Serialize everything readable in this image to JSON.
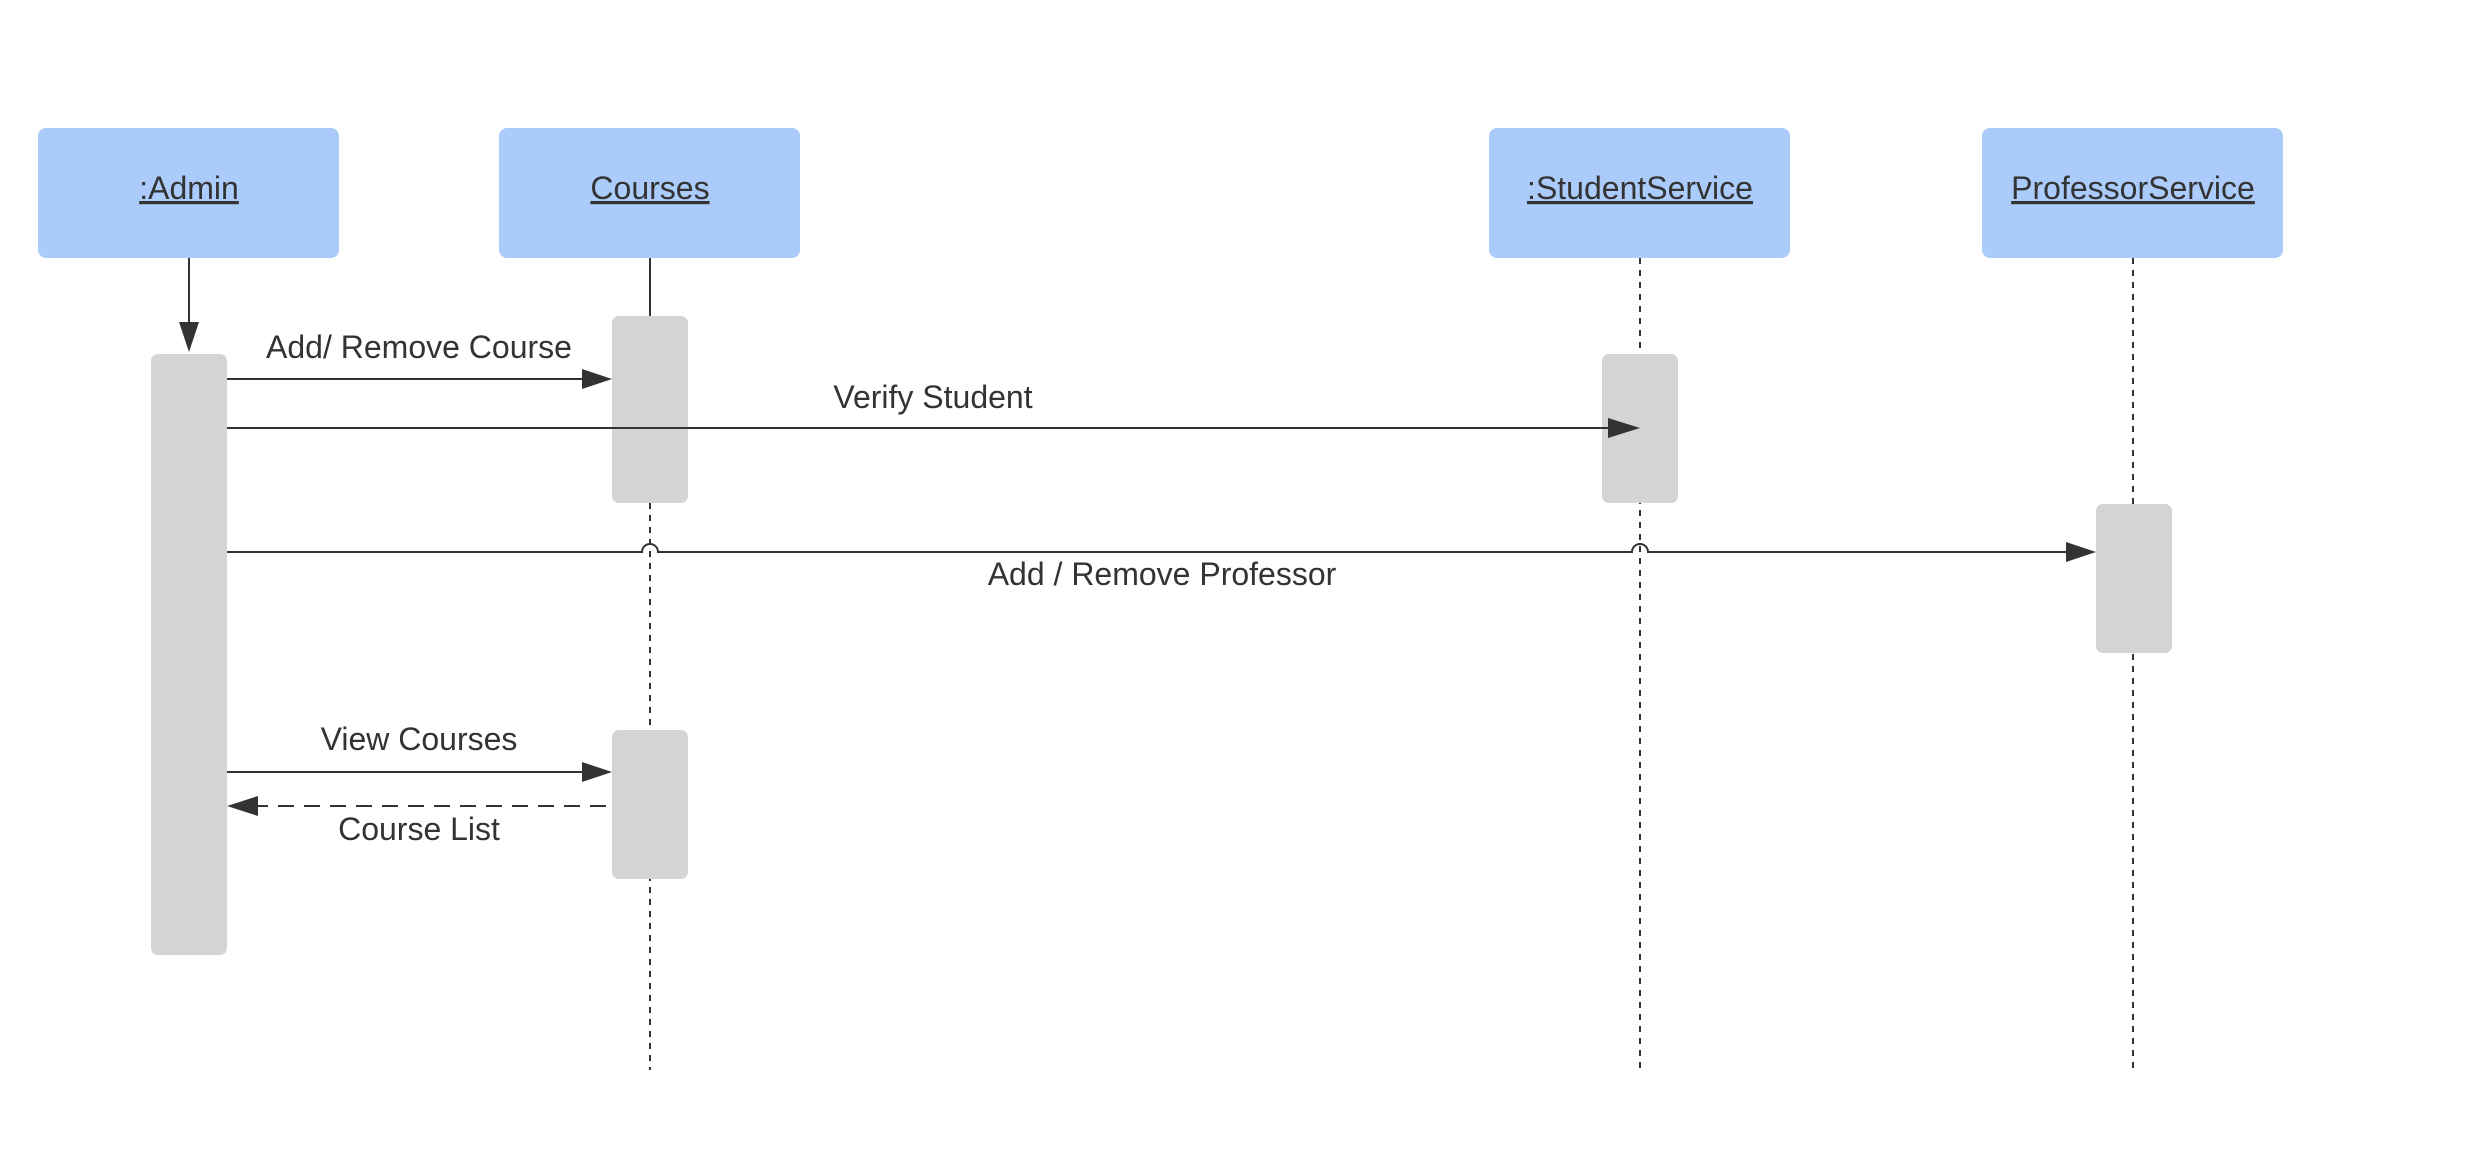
{
  "diagram": {
    "participants": [
      {
        "label": ":Admin"
      },
      {
        "label": "Courses"
      },
      {
        "label": ":StudentService"
      },
      {
        "label": "ProfessorService"
      }
    ],
    "messages": [
      {
        "label": "Add/ Remove Course",
        "from": ":Admin",
        "to": "Courses",
        "style": "solid"
      },
      {
        "label": "Verify Student",
        "from": ":Admin",
        "to": ":StudentService",
        "style": "solid"
      },
      {
        "label": "Add / Remove Professor",
        "from": ":Admin",
        "to": "ProfessorService",
        "style": "solid"
      },
      {
        "label": "View Courses",
        "from": ":Admin",
        "to": "Courses",
        "style": "solid"
      },
      {
        "label": "Course List",
        "from": "Courses",
        "to": ":Admin",
        "style": "dashed"
      }
    ],
    "colors": {
      "participant_fill": "#abcbfa",
      "activation_fill": "#d4d4d4",
      "line": "#333333"
    }
  }
}
